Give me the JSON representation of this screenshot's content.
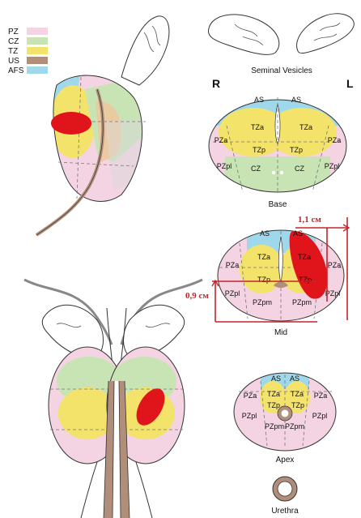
{
  "legend": [
    {
      "code": "PZ",
      "color": "#f4d3e3"
    },
    {
      "code": "CZ",
      "color": "#c8e3b4"
    },
    {
      "code": "TZ",
      "color": "#f4e36a"
    },
    {
      "code": "US",
      "color": "#b08e7a"
    },
    {
      "code": "AFS",
      "color": "#9fd8ea"
    }
  ],
  "colors": {
    "pz": "#f4d3e3",
    "cz": "#c8e3b4",
    "tz": "#f4e36a",
    "afs": "#9fd8ea",
    "us": "#b08e7a",
    "lesion": "#e0141b",
    "measure": "#c0262c",
    "outline": "#333333",
    "dash": "#777777"
  },
  "side_labels": {
    "right": "R",
    "left": "L"
  },
  "captions": {
    "seminal_vesicles": "Seminal Vesicles",
    "base": "Base",
    "mid": "Mid",
    "apex": "Apex",
    "urethra": "Urethra"
  },
  "base_labels": [
    "AS",
    "AS",
    "TZa",
    "TZa",
    "TZp",
    "TZp",
    "PZa",
    "PZa",
    "PZpl",
    "PZpl",
    "CZ",
    "CZ"
  ],
  "mid_labels": [
    "AS",
    "AS",
    "TZa",
    "TZa",
    "TZp",
    "TZp",
    "PZa",
    "PZa",
    "PZpl",
    "PZpl",
    "PZpm",
    "PZpm"
  ],
  "apex_labels": [
    "AS",
    "AS",
    "TZa",
    "TZa",
    "TZp",
    "TZp",
    "PZa",
    "PZa",
    "PZpl",
    "PZpl",
    "PZpm",
    "PZpm"
  ],
  "measurements": {
    "horizontal": "1,1 см",
    "vertical": "0,9 см"
  }
}
